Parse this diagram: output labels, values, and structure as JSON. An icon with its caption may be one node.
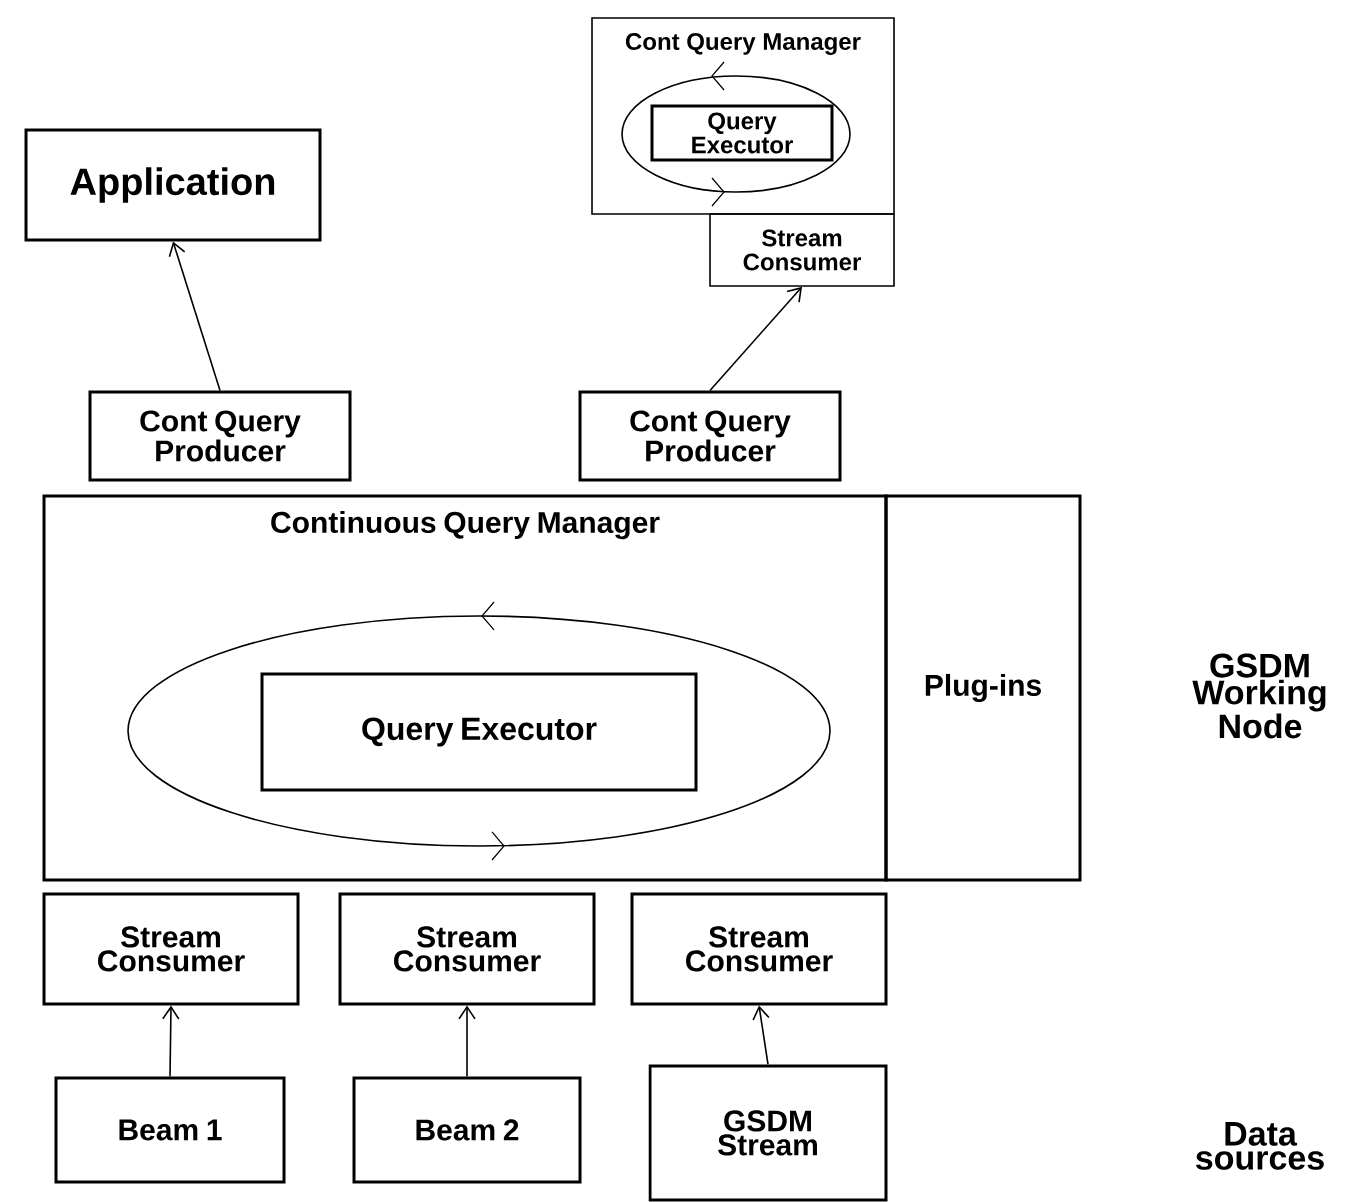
{
  "diagram": {
    "nodes": [
      {
        "text": [
          "Cont Query Manager"
        ]
      },
      {
        "text": [],
        "shape": "ellipse",
        "in": 0
      },
      {
        "text": [
          "Query Executor"
        ],
        "in": 1
      },
      {
        "text": [
          "Stream Consumer"
        ]
      },
      {
        "text": [
          "Application"
        ]
      },
      {
        "text": [
          "Cont Query Producer"
        ]
      },
      {
        "text": [
          "Cont Query Producer"
        ]
      },
      {
        "text": [
          "Continuous Query Manager"
        ]
      },
      {
        "text": [],
        "shape": "ellipse",
        "in": 7
      },
      {
        "text": [
          "Query Executor"
        ],
        "in": 8
      },
      {
        "text": [
          "Plug-ins"
        ]
      },
      {
        "text": [
          "Stream Consumer"
        ]
      },
      {
        "text": [
          "Stream Consumer"
        ]
      },
      {
        "text": [
          "Stream Consumer"
        ]
      },
      {
        "text": [
          "Beam 1"
        ]
      },
      {
        "text": [
          "Beam 2"
        ]
      },
      {
        "text": [
          "GSDM Stream"
        ]
      }
    ],
    "edges": [
      {
        "from": 5,
        "to": 4,
        "arrow": "to"
      },
      {
        "from": 6,
        "to": 3,
        "arrow": "to"
      },
      {
        "from": 14,
        "to": 11,
        "arrow": "to"
      },
      {
        "from": 15,
        "to": 12,
        "arrow": "to"
      },
      {
        "from": 16,
        "to": 13,
        "arrow": "to"
      }
    ],
    "labels": [
      "GSDM Working Node",
      "Data sources"
    ]
  }
}
